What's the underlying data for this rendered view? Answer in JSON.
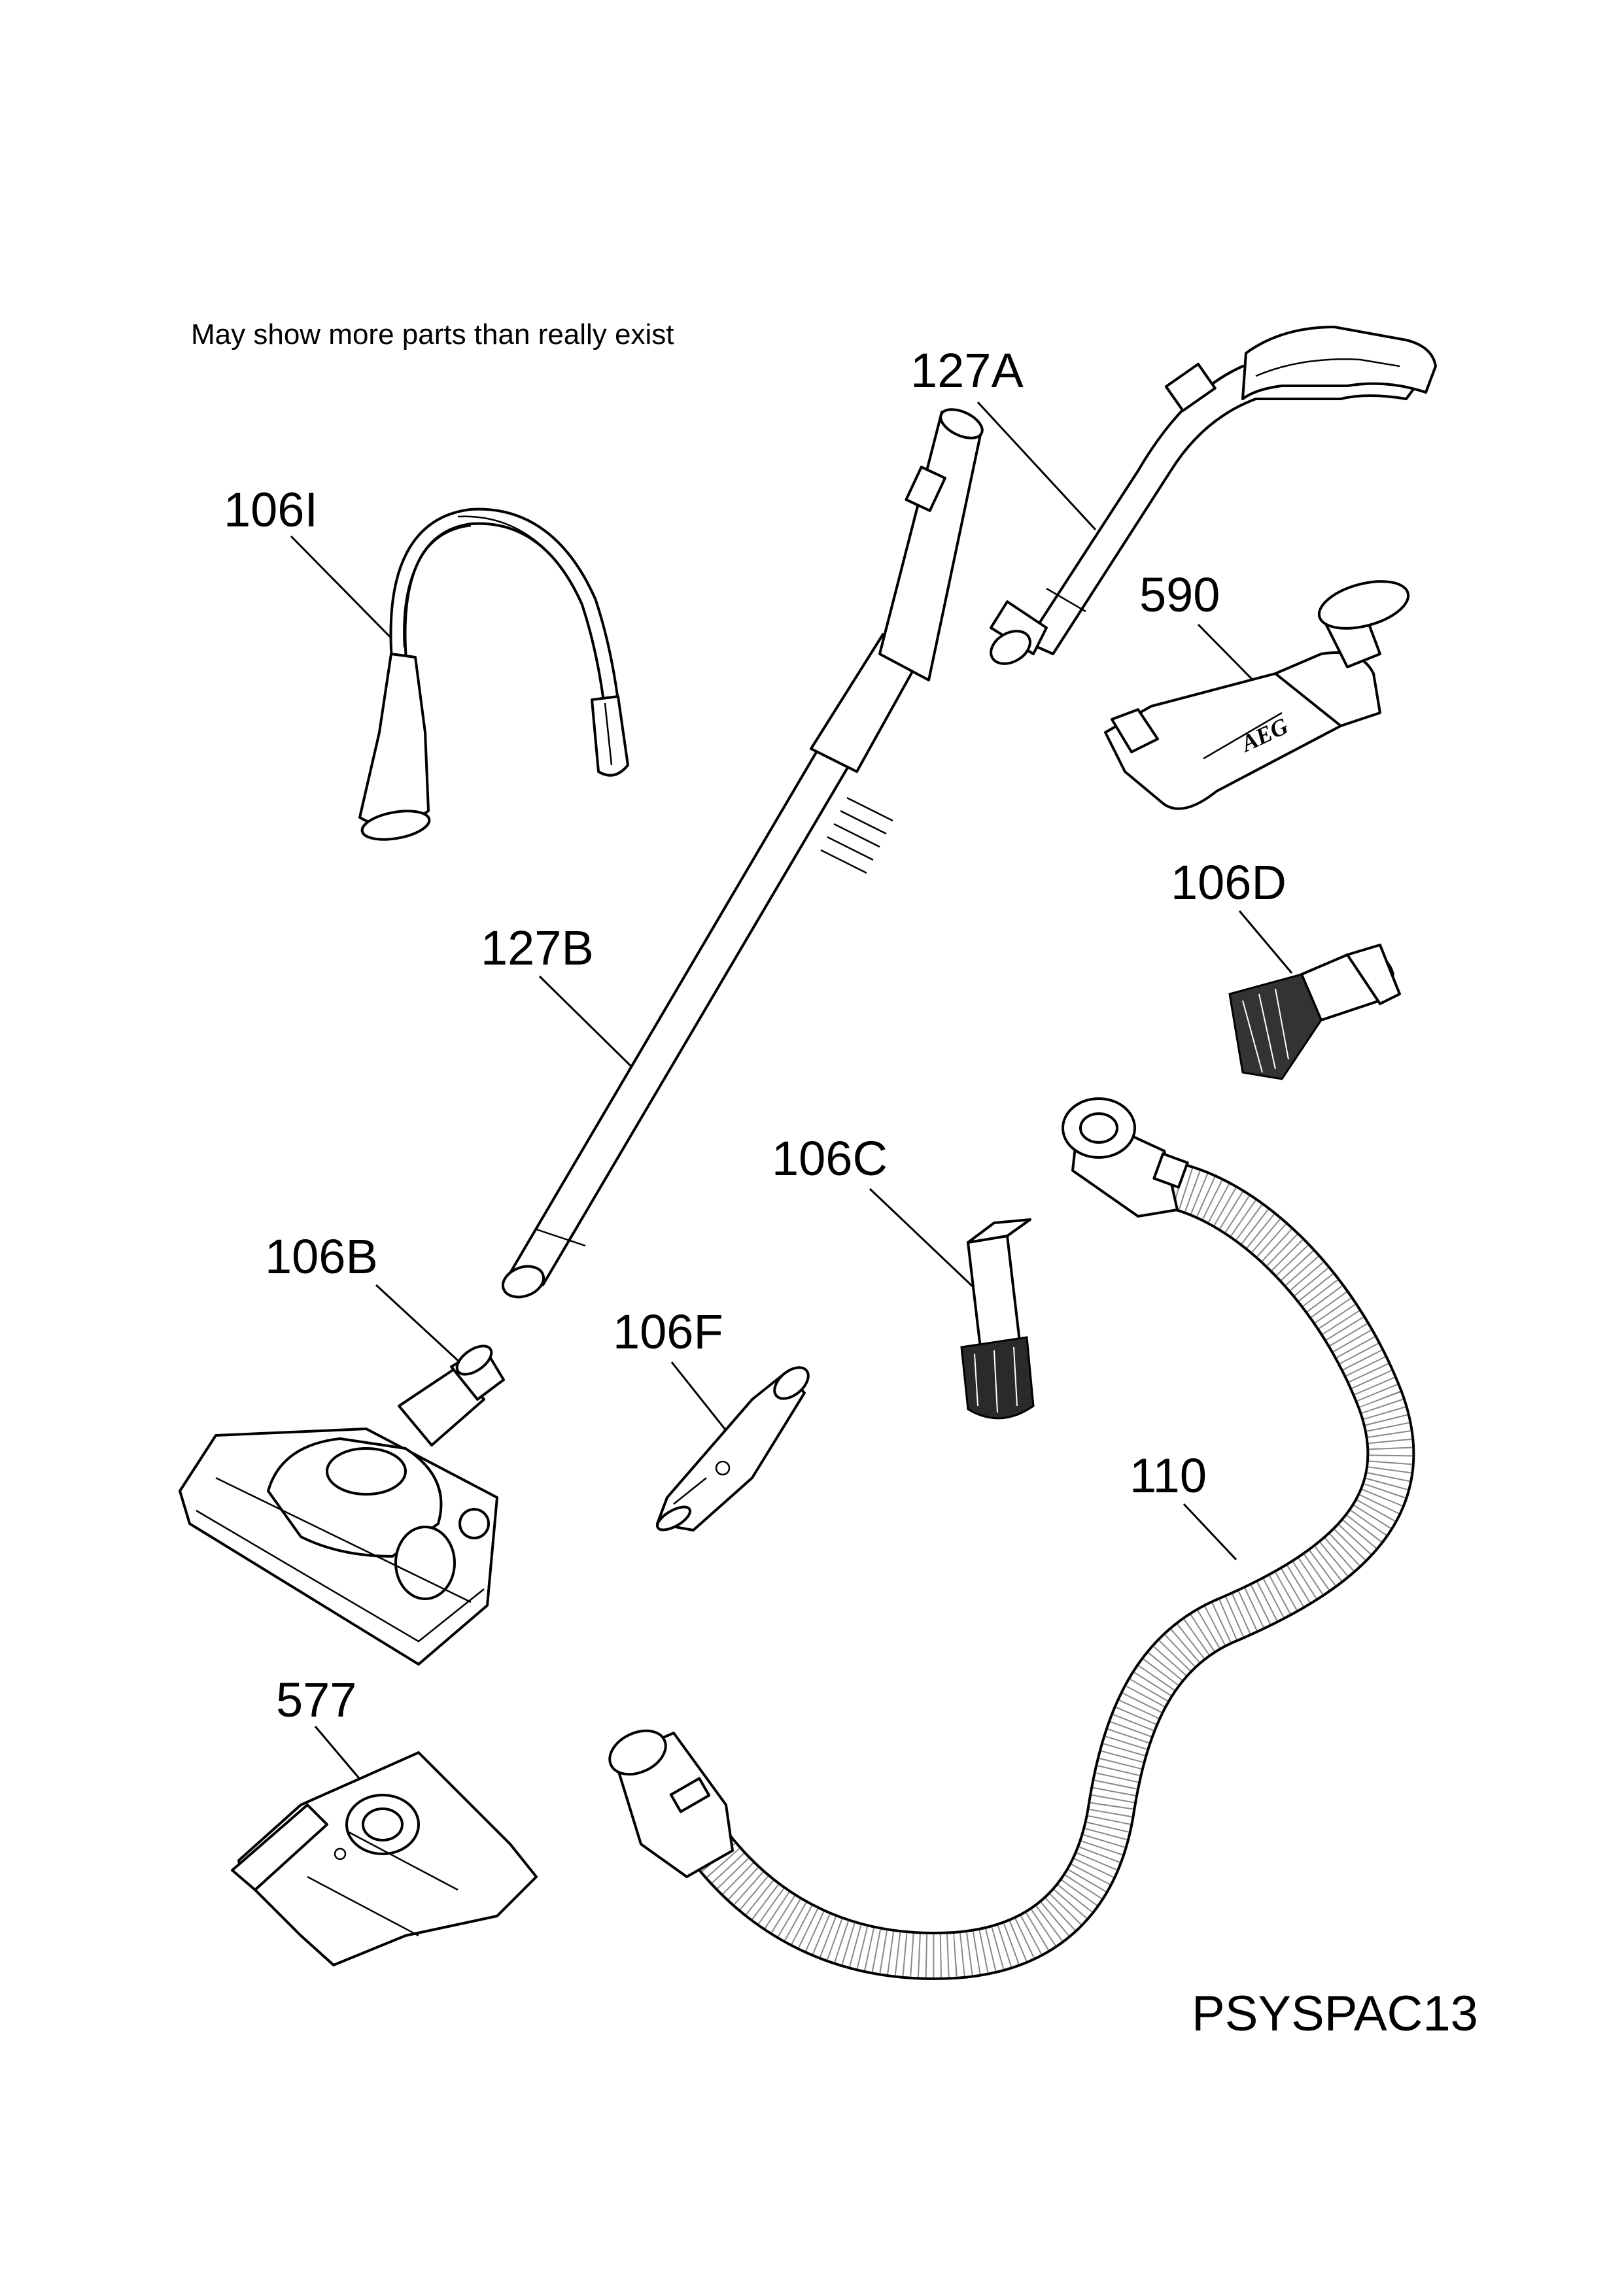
{
  "sheet": {
    "note": "May show more parts than really exist",
    "code": "PSYSPAC13"
  },
  "parts": [
    {
      "id": "106I",
      "label": "106I",
      "item": "flexible crevice tool"
    },
    {
      "id": "127A",
      "label": "127A",
      "item": "handle"
    },
    {
      "id": "590",
      "label": "590",
      "item": "combination nozzle"
    },
    {
      "id": "127B",
      "label": "127B",
      "item": "telescopic tube"
    },
    {
      "id": "106D",
      "label": "106D",
      "item": "dusting brush"
    },
    {
      "id": "106C",
      "label": "106C",
      "item": "upholstery brush"
    },
    {
      "id": "106B",
      "label": "106B",
      "item": "floor nozzle"
    },
    {
      "id": "106F",
      "label": "106F",
      "item": "crevice tool"
    },
    {
      "id": "110",
      "label": "110",
      "item": "hose"
    },
    {
      "id": "577",
      "label": "577",
      "item": "dust bag"
    }
  ],
  "brand_mark": "AEG"
}
